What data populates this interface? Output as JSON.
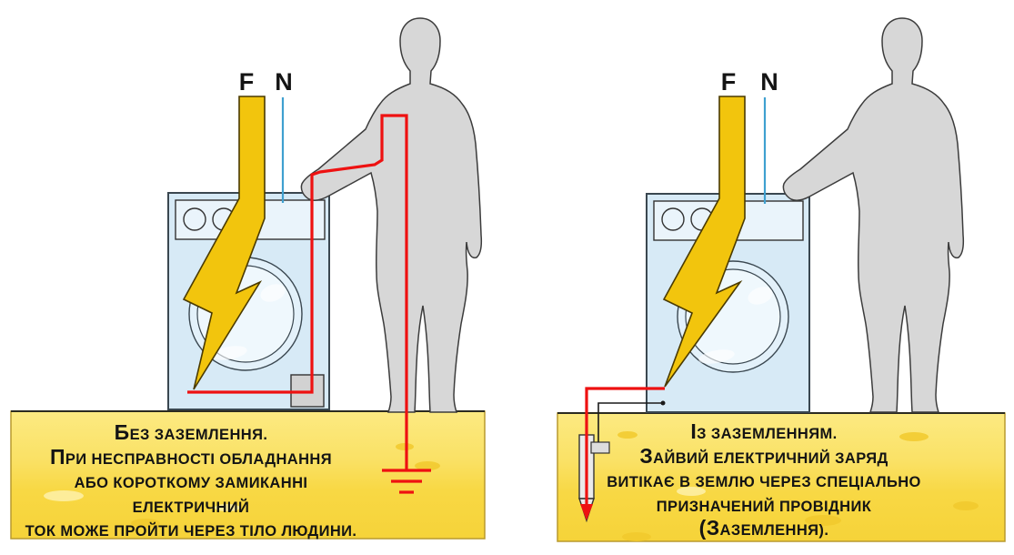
{
  "colors": {
    "bolt_yellow": "#F2C50D",
    "bolt_outline": "#4A3A00",
    "wire_red": "#EE1111",
    "neutral_blue": "#3FA0D0",
    "machine_blue": "#D7EAF6",
    "machine_panel": "#EAF4FB",
    "machine_outline": "#3A4750",
    "person_gray": "#D7D7D7",
    "person_outline": "#3C3C3C",
    "ground_light": "#FCEA82",
    "ground_dark": "#F6D339",
    "ground_blob": "#F1C92D",
    "wire_dark": "#1A1A1A",
    "text_color": "#141414"
  },
  "panels": [
    {
      "phase_label": "F",
      "neutral_label": "N",
      "caption_lines": [
        {
          "cap": "Б",
          "rest": "ез заземлення."
        },
        {
          "cap": "П",
          "rest": "ри несправності обладнання"
        },
        {
          "cap": "",
          "rest": "або короткому замиканні"
        },
        {
          "cap": "",
          "rest": "електричний"
        },
        {
          "cap": "",
          "rest": "ток може пройти через тіло людини."
        }
      ]
    },
    {
      "phase_label": "F",
      "neutral_label": "N",
      "caption_lines": [
        {
          "cap": "І",
          "rest": "з заземленням."
        },
        {
          "cap": "З",
          "rest": "айвий електричний заряд"
        },
        {
          "cap": "",
          "rest": "витікає в землю через спеціально"
        },
        {
          "cap": "",
          "rest": "призначений провідник"
        },
        {
          "cap": "(З",
          "rest": "аземлення)."
        }
      ]
    }
  ]
}
